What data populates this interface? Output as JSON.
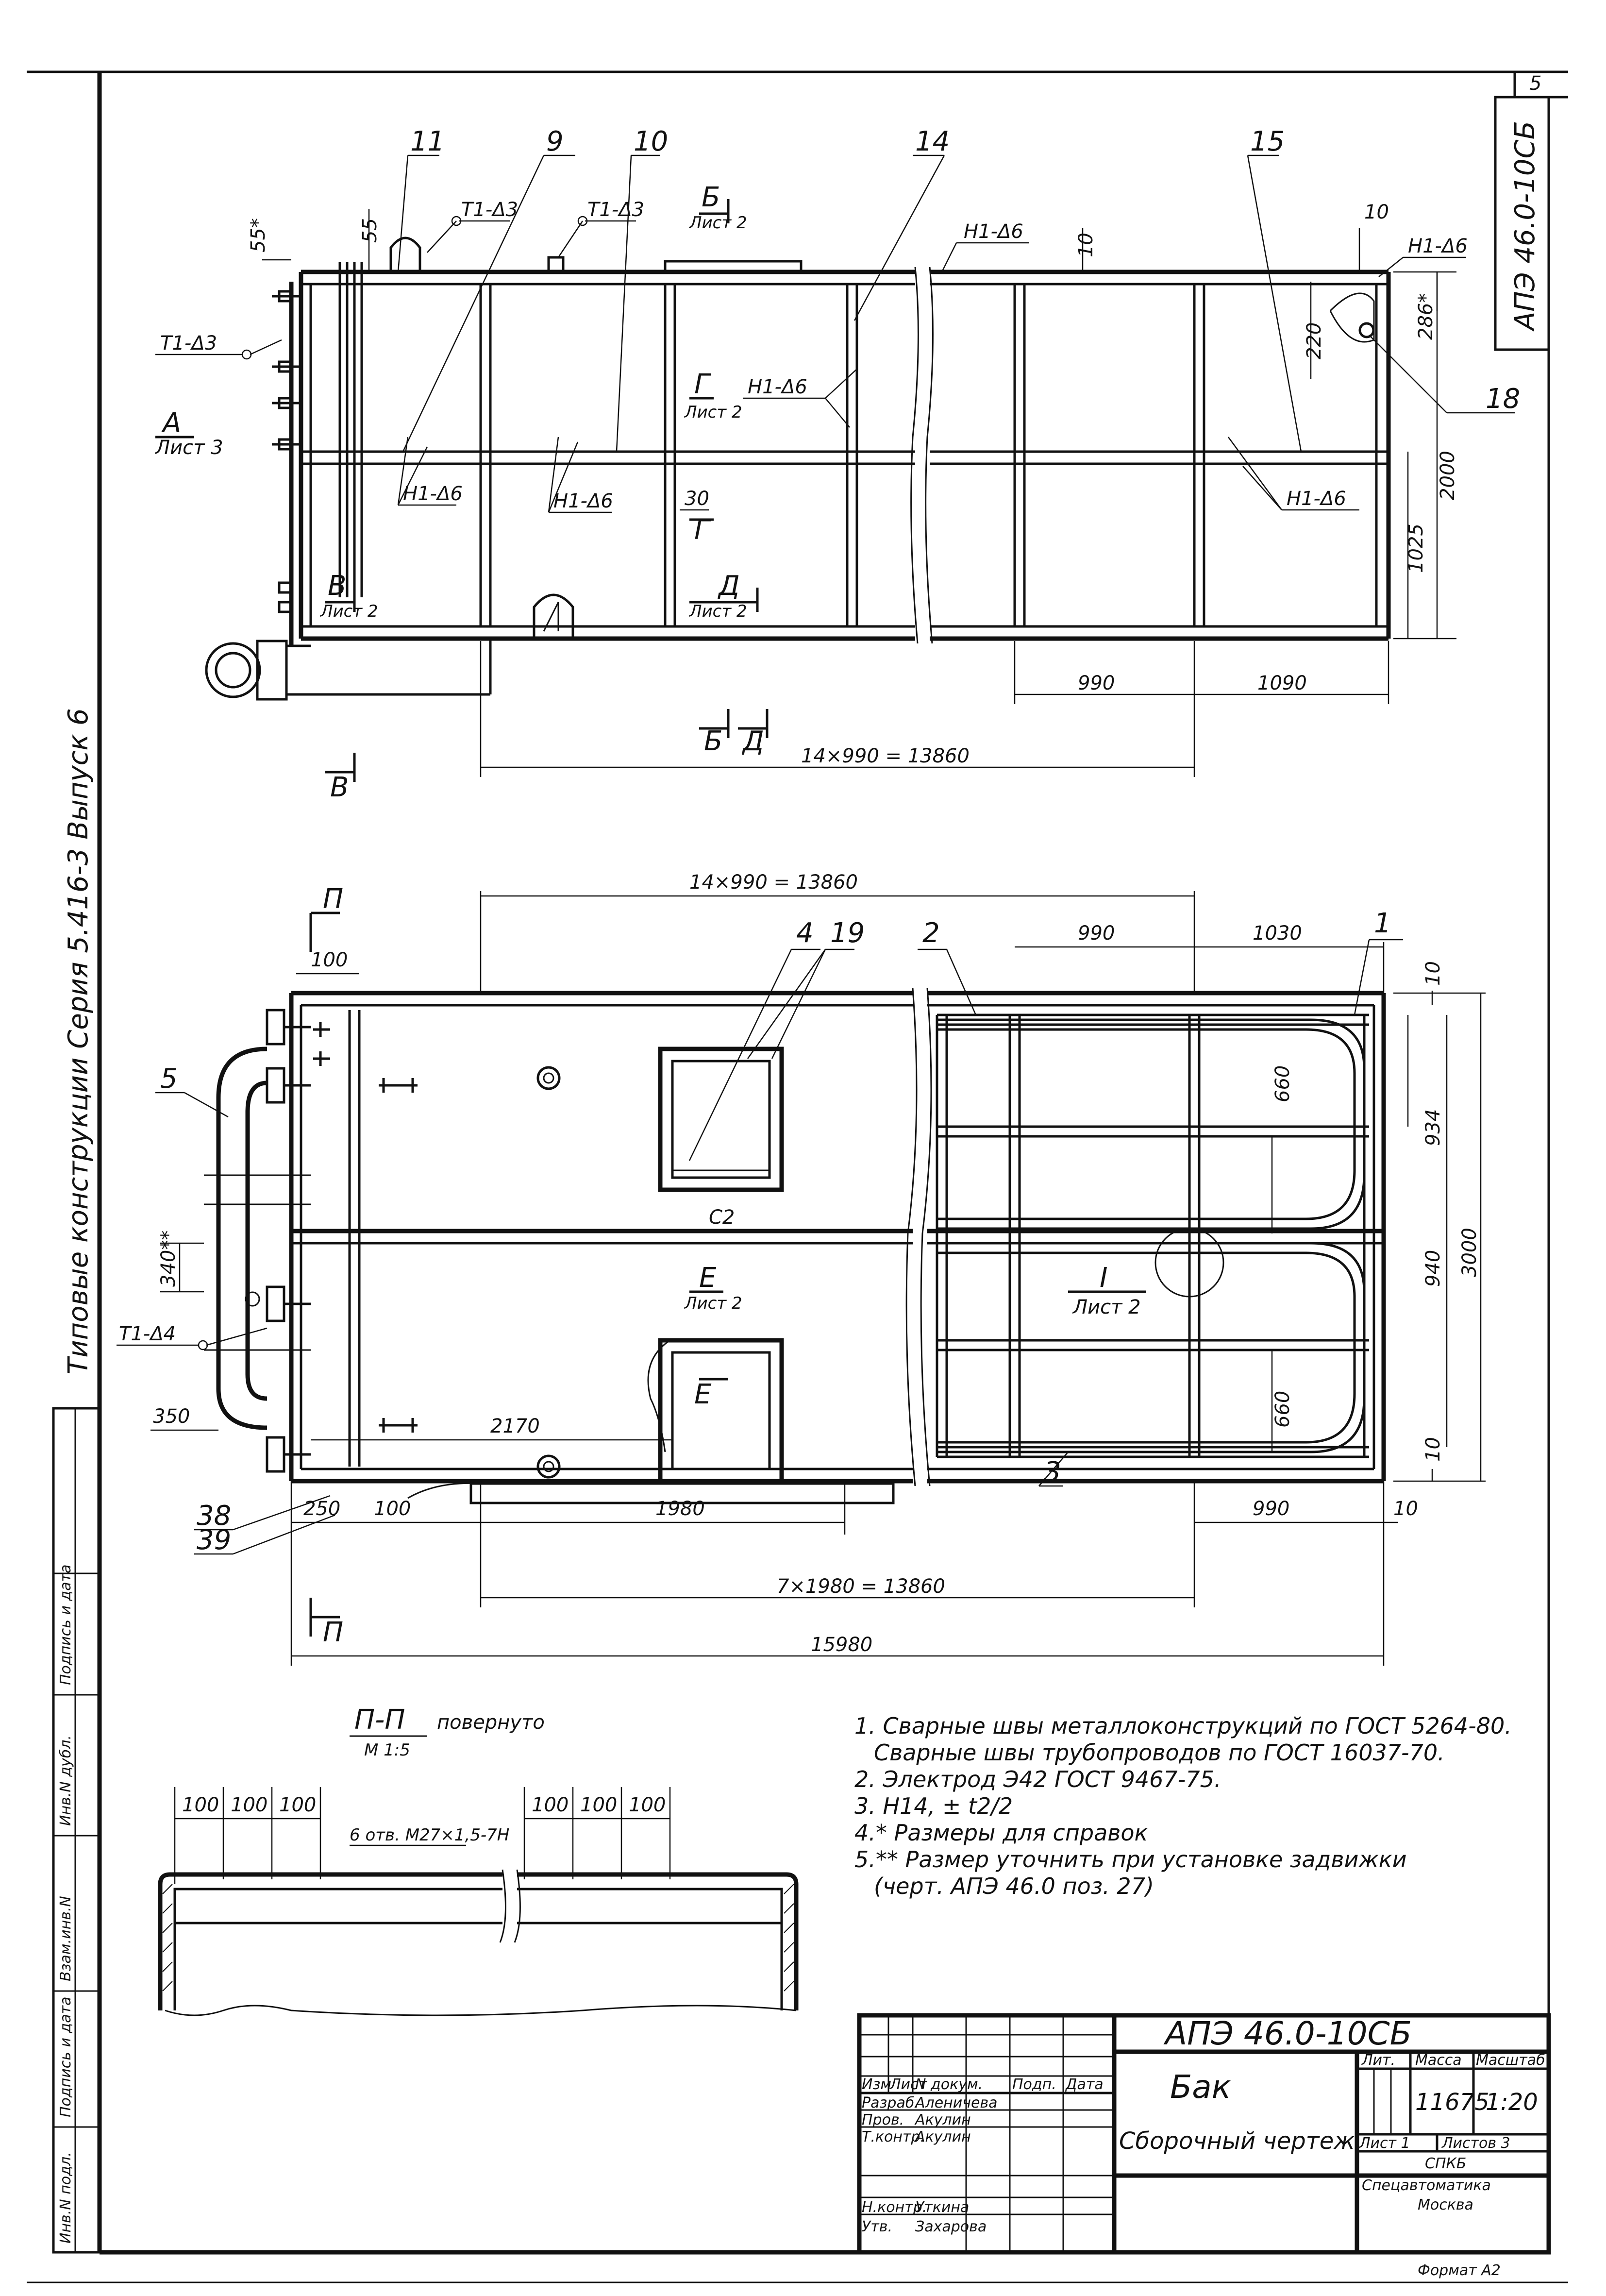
{
  "sheet": {
    "page_number": "5",
    "doc_code_side": "АПЭ 46.0-10СБ",
    "side_series_text": "Типовые конструкции    Серия 5.416-3    Выпуск 6",
    "left_strip": [
      "Инв.N подл.",
      "Подпись и дата",
      "Взам.инв.N",
      "Инв.N дубл.",
      "Подпись и дата"
    ]
  },
  "top_view": {
    "positions": [
      "11",
      "9",
      "10",
      "14",
      "15",
      "18"
    ],
    "weld_marks": {
      "t1_d3_a": "Т1-Δ3",
      "t1_d3_b": "Т1-Δ3",
      "t1_d3_c": "Т1-Δ3",
      "h1_d6_a": "Н1-Δ6",
      "h1_d6_b": "Н1-Δ6",
      "h1_d6_c": "Н1-Δ6",
      "h1_d6_d": "Н1-Δ6",
      "h1_d6_e": "Н1-Δ6",
      "h1_d6_f": "Н1-Δ6"
    },
    "dims": {
      "d55": "55*",
      "d55b": "55",
      "d10a": "10",
      "d10b": "10",
      "d220": "220",
      "d286": "286*",
      "d2000": "2000",
      "d1025": "1025",
      "d30": "30",
      "d990": "990",
      "d1090": "1090",
      "d13860": "14×990 = 13860"
    },
    "sections": {
      "a": "А",
      "a_sheet": "Лист 3",
      "b": "Б",
      "b_sheet": "Лист 2",
      "v": "В",
      "v_sheet": "Лист 2",
      "g": "Г",
      "g_sheet": "Лист 2",
      "d": "Д",
      "d_sheet": "Лист 2",
      "b2": "Б",
      "d2": "Д",
      "v2": "В",
      "g2": "Г"
    }
  },
  "plan_view": {
    "positions": [
      "1",
      "2",
      "3",
      "4",
      "5",
      "19",
      "38",
      "39"
    ],
    "weld_mark": "Т1-Δ4",
    "dims": {
      "d13860_top": "14×990 = 13860",
      "d990": "990",
      "d1030": "1030",
      "d100": "100",
      "d10_top": "10",
      "d660a": "660",
      "d934": "934",
      "d940": "940",
      "d3000": "3000",
      "d660b": "660",
      "d10_bot": "10",
      "d340": "340**",
      "d350": "350",
      "d2170": "2170",
      "d250": "250",
      "d100b": "100",
      "d1980": "1980",
      "d990b": "990",
      "d10b": "10",
      "d7x1980": "7×1980 = 13860",
      "d15980": "15980",
      "c2": "С2"
    },
    "sections": {
      "p_top": "П",
      "p_bot": "П",
      "e": "Е",
      "e_sheet": "Лист 2",
      "e2": "Е",
      "node": "I",
      "node_sheet": "Лист 2"
    }
  },
  "section_pp": {
    "title": "П-П",
    "rotated": "повернуто",
    "scale": "М 1:5",
    "dims": [
      "100",
      "100",
      "100",
      "100",
      "100",
      "100"
    ],
    "holes": "6 отв. М27×1,5-7Н"
  },
  "notes": [
    "1. Сварные швы металлоконструкций по ГОСТ 5264-80.",
    "Сварные швы трубопроводов по ГОСТ 16037-70.",
    "2. Электрод Э42  ГОСТ 9467-75.",
    "3. Н14, ± t2/2",
    "4.* Размеры для справок",
    "5.** Размер уточнить при установке задвижки",
    "(черт. АПЭ 46.0  поз. 27)"
  ],
  "title_block": {
    "designation": "АПЭ 46.0-10СБ",
    "name": "Бак",
    "doc_type": "Сборочный чертеж",
    "head": {
      "izm": "Изм",
      "list": "Лист",
      "ndoc": "N докум.",
      "podp": "Подп.",
      "data": "Дата"
    },
    "rows": [
      {
        "role": "Разраб.",
        "name": "Аленичева"
      },
      {
        "role": "Пров.",
        "name": "Акулин"
      },
      {
        "role": "Т.контр.",
        "name": "Акулин"
      },
      {
        "role": "Н.контр.",
        "name": "Уткина"
      },
      {
        "role": "Утв.",
        "name": "Захарова"
      }
    ],
    "lit": "Лит.",
    "massa_label": "Масса",
    "masshtab_label": "Масштаб",
    "massa": "11675",
    "masshtab": "1:20",
    "list": "Лист 1",
    "listov": "Листов 3",
    "org_1": "СПКБ",
    "org_2": "Спецавтоматика",
    "org_3": "Москва",
    "format": "Формат А2"
  }
}
